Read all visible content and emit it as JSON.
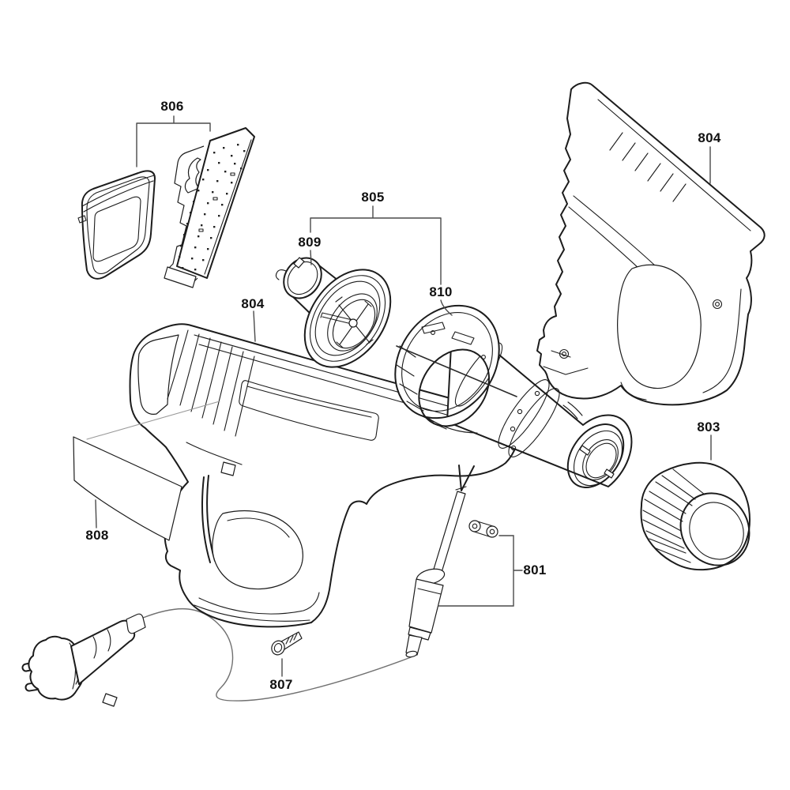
{
  "diagram": {
    "type": "exploded-parts-diagram",
    "background": "#ffffff",
    "line_color": "#1c1c1c",
    "label_color": "#111111",
    "labels": [
      {
        "text": "806"
      },
      {
        "text": "805"
      },
      {
        "text": "809"
      },
      {
        "text": "810"
      },
      {
        "text": "804"
      },
      {
        "text": "803"
      },
      {
        "text": "804"
      },
      {
        "text": "808"
      },
      {
        "text": "801"
      },
      {
        "text": "807"
      }
    ]
  }
}
